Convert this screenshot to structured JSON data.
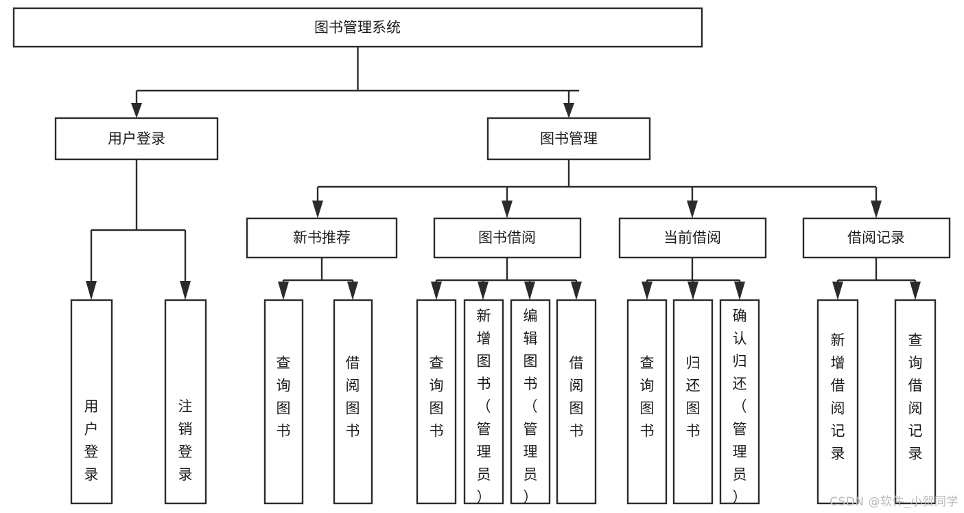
{
  "diagram": {
    "type": "tree",
    "title": "图书管理系统",
    "watermark": "CSDN @软件_小贺同学",
    "colors": {
      "stroke": "#2b2b2b",
      "fill": "#ffffff",
      "text": "#1b1b1b",
      "watermark": "#b9b9b9",
      "background": "#ffffff"
    },
    "levels": {
      "root": {
        "label": "图书管理系统"
      },
      "level2": [
        {
          "id": "user-login",
          "label": "用户登录"
        },
        {
          "id": "book-management",
          "label": "图书管理"
        }
      ],
      "level3": [
        {
          "id": "new-book-recommend",
          "label": "新书推荐",
          "parent": "book-management"
        },
        {
          "id": "book-borrow",
          "label": "图书借阅",
          "parent": "book-management"
        },
        {
          "id": "current-borrow",
          "label": "当前借阅",
          "parent": "book-management"
        },
        {
          "id": "borrow-record",
          "label": "借阅记录",
          "parent": "book-management"
        }
      ],
      "leaves": {
        "user-login": [
          {
            "id": "leaf-user-login",
            "label": "用户登录"
          },
          {
            "id": "leaf-user-logout",
            "label": "注销登录"
          }
        ],
        "new-book-recommend": [
          {
            "id": "leaf-query-book-1",
            "label": "查询图书"
          },
          {
            "id": "leaf-borrow-book-1",
            "label": "借阅图书"
          }
        ],
        "book-borrow": [
          {
            "id": "leaf-query-book-2",
            "label": "查询图书"
          },
          {
            "id": "leaf-add-book",
            "label": "新增图书（管理员）"
          },
          {
            "id": "leaf-edit-book",
            "label": "编辑图书（管理员）"
          },
          {
            "id": "leaf-borrow-book-2",
            "label": "借阅图书"
          }
        ],
        "current-borrow": [
          {
            "id": "leaf-query-book-3",
            "label": "查询图书"
          },
          {
            "id": "leaf-return-book",
            "label": "归还图书"
          },
          {
            "id": "leaf-confirm-return",
            "label": "确认归还（管理员）"
          }
        ],
        "borrow-record": [
          {
            "id": "leaf-add-record",
            "label": "新增借阅记录"
          },
          {
            "id": "leaf-query-record",
            "label": "查询借阅记录"
          }
        ]
      }
    }
  }
}
